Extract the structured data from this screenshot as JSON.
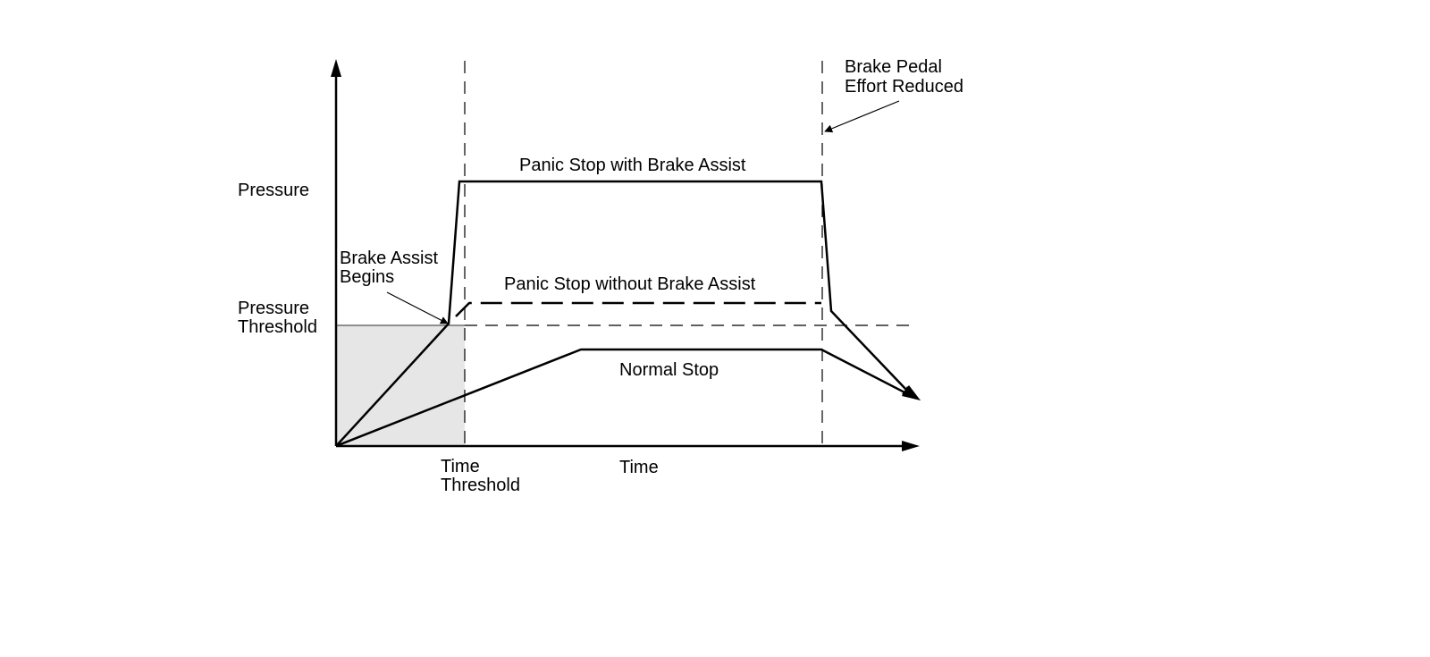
{
  "labels": {
    "y_axis": "Pressure",
    "pressure_threshold_line1": "Pressure",
    "pressure_threshold_line2": "Threshold",
    "x_axis": "Time",
    "time_threshold_line1": "Time",
    "time_threshold_line2": "Threshold",
    "brake_assist_begins_line1": "Brake Assist",
    "brake_assist_begins_line2": "Begins",
    "effort_reduced_line1": "Brake Pedal",
    "effort_reduced_line2": "Effort Reduced",
    "panic_with_assist": "Panic Stop with Brake Assist",
    "panic_without_assist": "Panic Stop without Brake Assist",
    "normal_stop": "Normal Stop"
  },
  "colors": {
    "line": "#000000",
    "threshold_region": "#e6e6e6"
  }
}
